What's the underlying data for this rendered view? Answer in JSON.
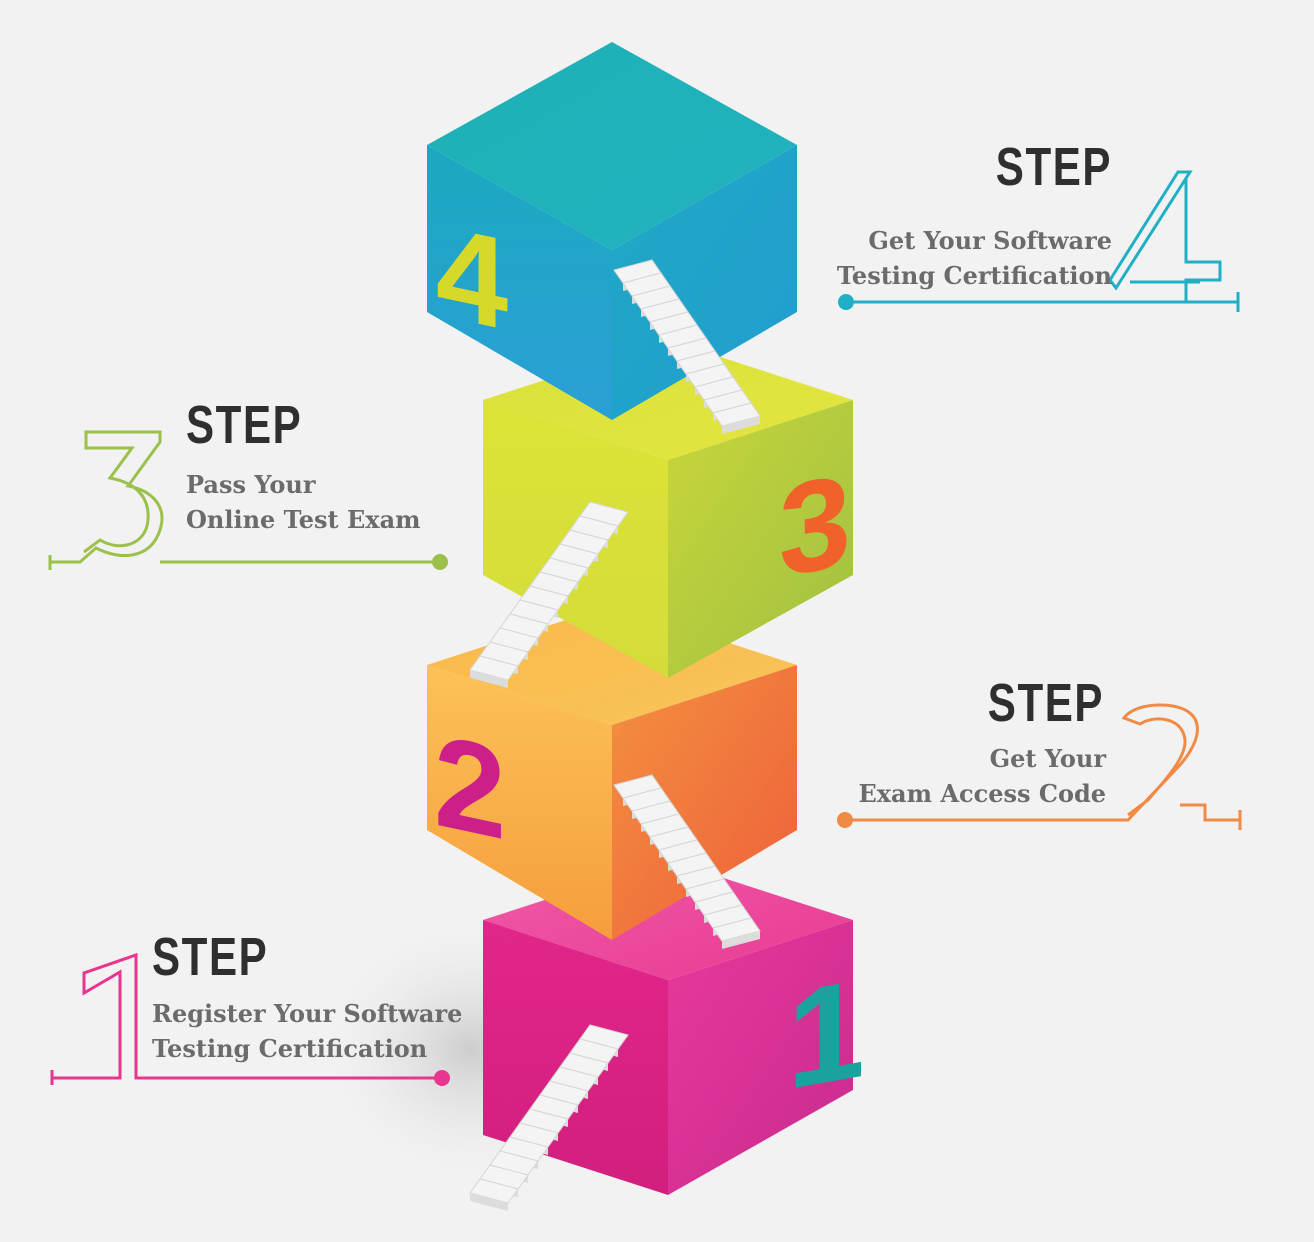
{
  "steps": [
    {
      "number": "1",
      "heading": "STEP",
      "line1": "Register Your Software",
      "line2": "Testing Certification",
      "color": "#e8358f",
      "number_color": "#1aa39e"
    },
    {
      "number": "2",
      "heading": "STEP",
      "line1": "Get Your",
      "line2": "Exam Access Code",
      "color": "#f08a45",
      "number_color": "#cc1f8a"
    },
    {
      "number": "3",
      "heading": "STEP",
      "line1": "Pass Your",
      "line2": "Online Test Exam",
      "color": "#9cc14a",
      "number_color": "#f0622a"
    },
    {
      "number": "4",
      "heading": "STEP",
      "line1": "Get Your Software",
      "line2": "Testing Certification",
      "color": "#1fb0c5",
      "number_color": "#d6d92a"
    }
  ],
  "colors": {
    "background": "#f2f2f2",
    "heading": "#2f2f2f",
    "text": "#6b6b6b",
    "stairs": "#f4f4f4"
  },
  "icons": [
    "staircase-icon",
    "cube-icon"
  ]
}
